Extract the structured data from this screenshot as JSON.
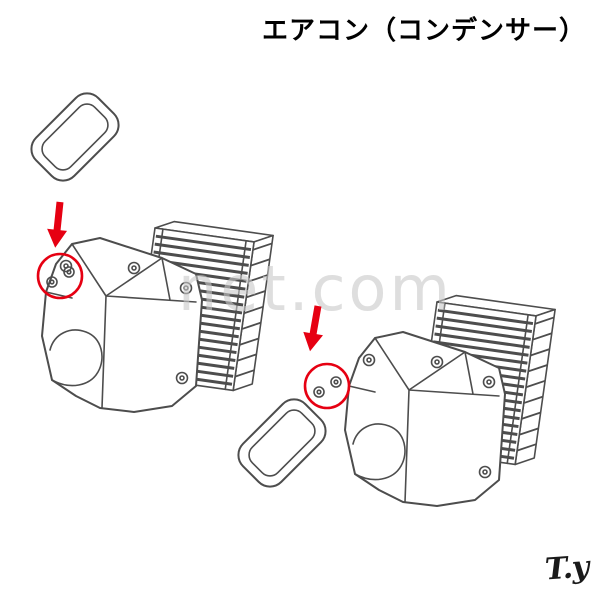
{
  "header": {
    "title": "エアコン（コンデンサー）"
  },
  "watermark": {
    "text": "net.com"
  },
  "signature": {
    "text": "T.y"
  },
  "diagram": {
    "description": "Exploded parts illustration of two air-conditioner condenser assemblies: rubber seal gasket, finned condenser core, and condenser housing. Red arrows and red circles highlight the mounting bolt positions.",
    "highlight_color": "#e60012",
    "line_color": "#4d4d4d",
    "watermark_color": "#c9c9c9",
    "assemblies": [
      {
        "id": "left",
        "parts": [
          "seal-gasket",
          "condenser-core",
          "condenser-housing",
          "mounting-bolts"
        ],
        "annotation": "red arrow and circle marking mounting bolts"
      },
      {
        "id": "right",
        "parts": [
          "seal-gasket",
          "condenser-core",
          "condenser-housing",
          "mounting-bolts"
        ],
        "annotation": "red arrow and circle marking mounting bolts"
      }
    ]
  }
}
